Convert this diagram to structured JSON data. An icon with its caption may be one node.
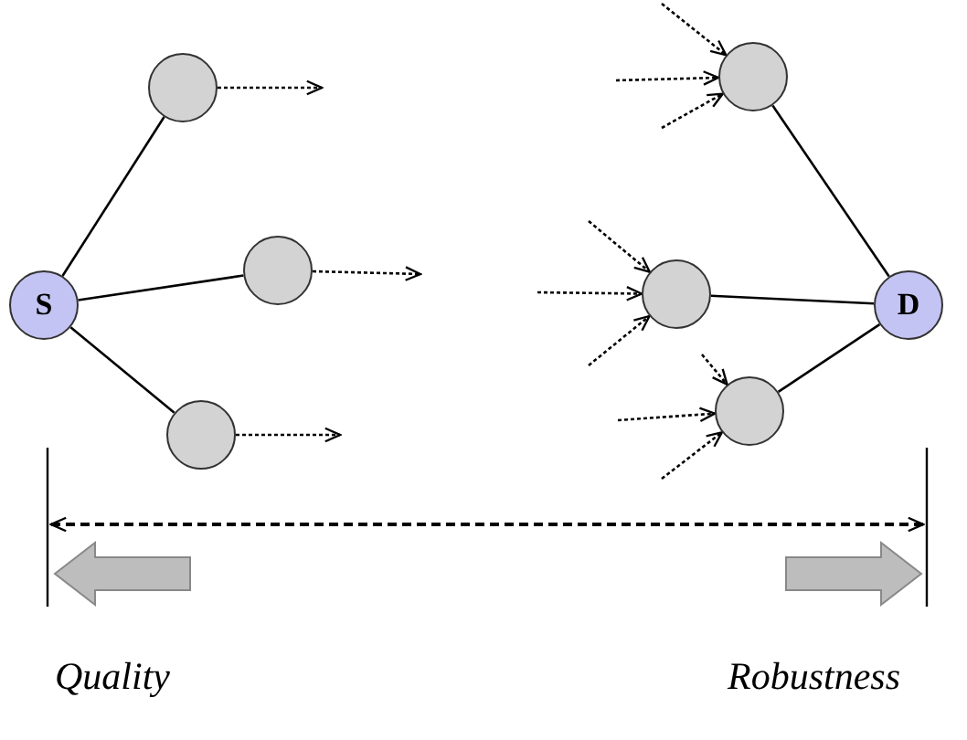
{
  "diagram": {
    "nodes": [
      {
        "text": [
          "S"
        ]
      },
      {
        "text": [],
        "shape": "circle"
      },
      {
        "text": [],
        "shape": "circle"
      },
      {
        "text": [],
        "shape": "circle"
      },
      {
        "text": [],
        "shape": "circle"
      },
      {
        "text": [],
        "shape": "circle"
      },
      {
        "text": [],
        "shape": "circle"
      },
      {
        "text": [
          "D"
        ]
      }
    ],
    "edges": [
      {
        "from": 0,
        "to": 1,
        "arrow": "none"
      },
      {
        "from": 0,
        "to": 2,
        "arrow": "none"
      },
      {
        "from": 0,
        "to": 3,
        "arrow": "none"
      },
      {
        "from": 4,
        "to": 7,
        "arrow": "none"
      },
      {
        "from": 5,
        "to": 7,
        "arrow": "none"
      },
      {
        "from": 6,
        "to": 7,
        "arrow": "none"
      },
      {
        "from": 1,
        "to": null,
        "arrow": "to",
        "style": "dashed"
      },
      {
        "from": 2,
        "to": null,
        "arrow": "to",
        "style": "dashed"
      },
      {
        "from": 3,
        "to": null,
        "arrow": "to",
        "style": "dashed"
      },
      {
        "from": null,
        "to": 4,
        "arrow": "to",
        "style": "dashed"
      },
      {
        "from": null,
        "to": 4,
        "arrow": "to",
        "style": "dashed"
      },
      {
        "from": null,
        "to": 4,
        "arrow": "to",
        "style": "dashed"
      },
      {
        "from": null,
        "to": 5,
        "arrow": "to",
        "style": "dashed"
      },
      {
        "from": null,
        "to": 5,
        "arrow": "to",
        "style": "dashed"
      },
      {
        "from": null,
        "to": 5,
        "arrow": "to",
        "style": "dashed"
      },
      {
        "from": null,
        "to": 6,
        "arrow": "to",
        "style": "dashed"
      },
      {
        "from": null,
        "to": 6,
        "arrow": "to",
        "style": "dashed"
      },
      {
        "from": null,
        "to": 6,
        "arrow": "to",
        "style": "dashed"
      }
    ],
    "labels": [
      "Quality",
      "Robustness"
    ]
  }
}
